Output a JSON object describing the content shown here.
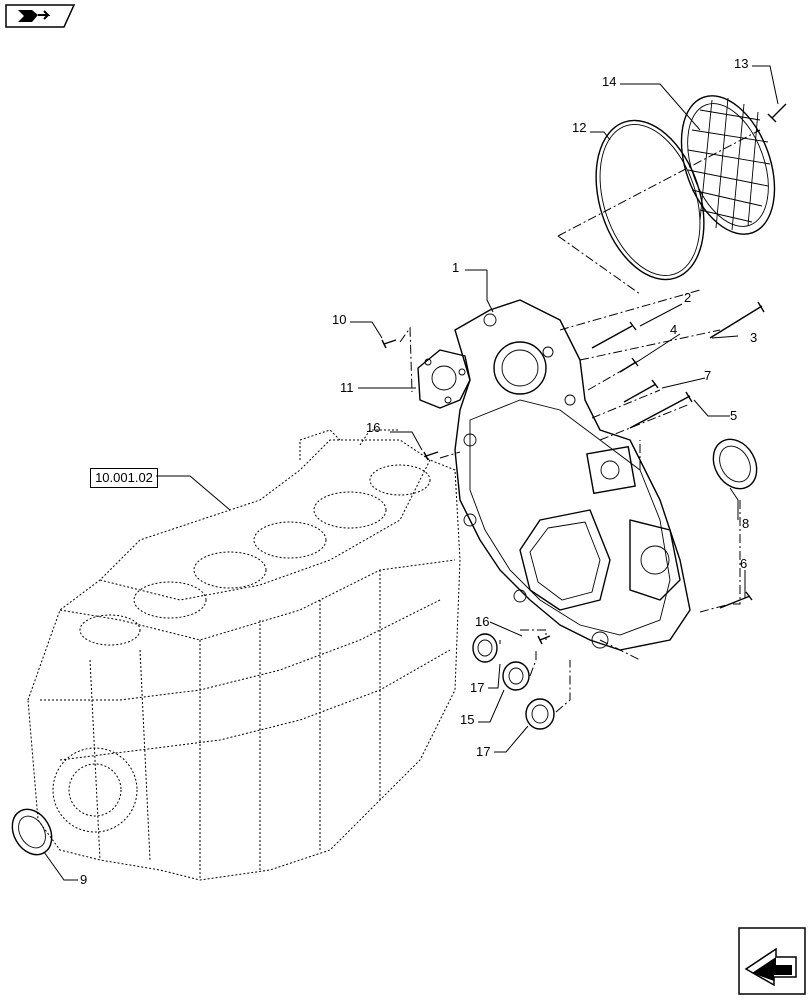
{
  "reference": "10.001.02",
  "callouts": [
    "1",
    "2",
    "3",
    "4",
    "5",
    "6",
    "7",
    "8",
    "9",
    "10",
    "11",
    "12",
    "13",
    "14",
    "15",
    "16",
    "16",
    "17",
    "17"
  ],
  "icons": {
    "top_left": "book-arrow-icon",
    "bottom_right": "next-page-arrow-icon"
  }
}
